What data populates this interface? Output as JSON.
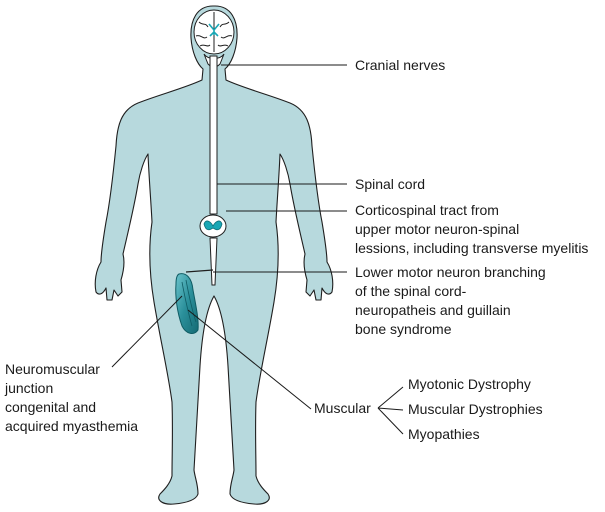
{
  "labels": {
    "cranial_nerves": "Cranial nerves",
    "spinal_cord": "Spinal cord",
    "corticospinal": [
      "Corticospinal tract from",
      "upper motor neuron-spinal",
      "lessions, including transverse myelitis"
    ],
    "lower_motor": [
      "Lower motor neuron branching",
      "of the spinal cord-",
      "neuropatheis and guillain",
      "bone syndrome"
    ],
    "neuromuscular": [
      "Neuromuscular",
      "junction",
      "congenital and",
      "acquired myasthemia"
    ],
    "muscular": "Muscular",
    "muscular_items": [
      "Myotonic Dystrophy",
      "Muscular Dystrophies",
      "Myopathies"
    ]
  },
  "colors": {
    "body": "#b7d9dd",
    "outline": "#1f1f1f",
    "muscle": "#2a8f9a",
    "nerve_accent": "#1aa7b5"
  }
}
